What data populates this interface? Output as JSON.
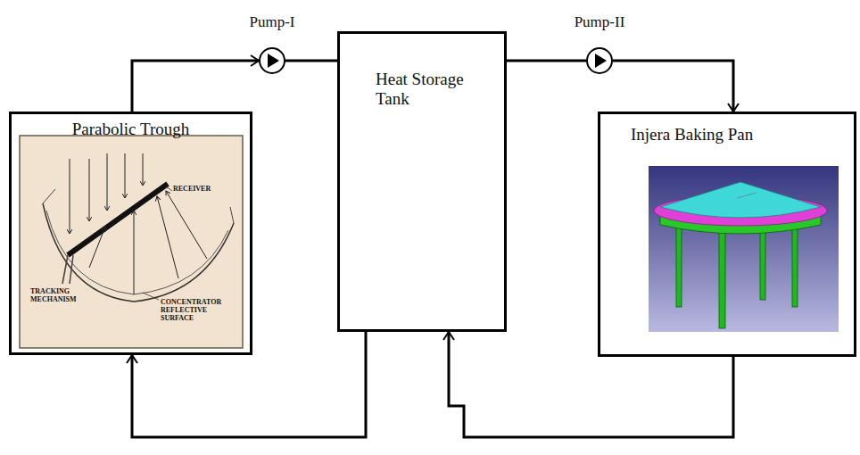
{
  "diagram": {
    "nodes": [
      {
        "text": [
          "Parabolic Trough"
        ]
      },
      {
        "text": [
          "Pump-I"
        ]
      },
      {
        "text": [
          "Heat Storage Tank"
        ]
      },
      {
        "text": [
          "Pump-II"
        ]
      },
      {
        "text": [
          "Injera Baking Pan"
        ]
      }
    ],
    "edges": [
      {
        "from": 0,
        "to": 1,
        "arrow": "to"
      },
      {
        "from": 1,
        "to": 2,
        "arrow": "none"
      },
      {
        "from": 2,
        "to": 3,
        "arrow": "none"
      },
      {
        "from": 3,
        "to": 4,
        "arrow": "to"
      },
      {
        "from": 4,
        "to": 2,
        "arrow": "to"
      },
      {
        "from": 2,
        "to": 0,
        "arrow": "to"
      }
    ],
    "labels": [
      "RECEIVER",
      "TRACKING MECHANISM",
      "CONCENTRATOR REFLECTIVE SURFACE"
    ]
  }
}
